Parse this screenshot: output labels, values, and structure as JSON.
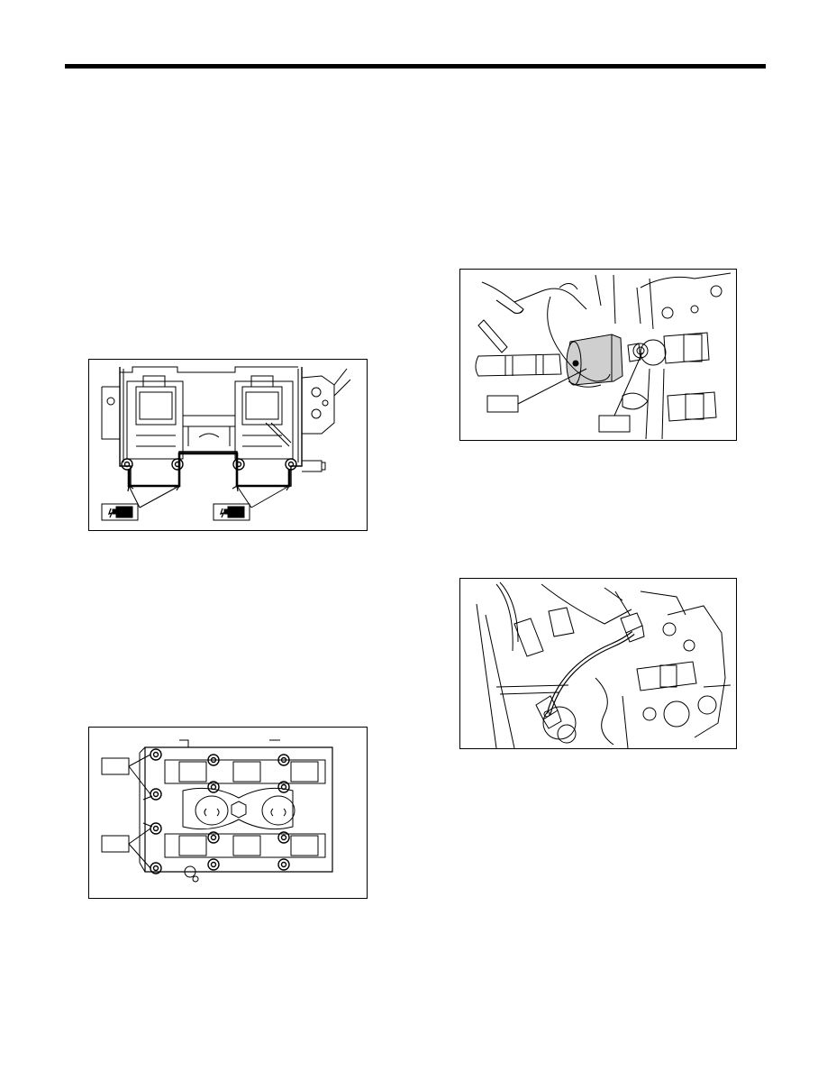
{
  "page": {
    "figures": [
      {
        "id": "cam-carrier-sealant",
        "icons": [
          "sealant-icon",
          "sealant-icon"
        ]
      },
      {
        "id": "cam-cap-bolts",
        "callout_boxes": 2
      },
      {
        "id": "camshaft-seal-installer",
        "callout_boxes": 2
      },
      {
        "id": "cam-sensor-harness",
        "callout_boxes": 0
      }
    ],
    "colors": {
      "ink": "#000000",
      "paper": "#ffffff",
      "tool_fill": "#cfcfcf"
    }
  }
}
